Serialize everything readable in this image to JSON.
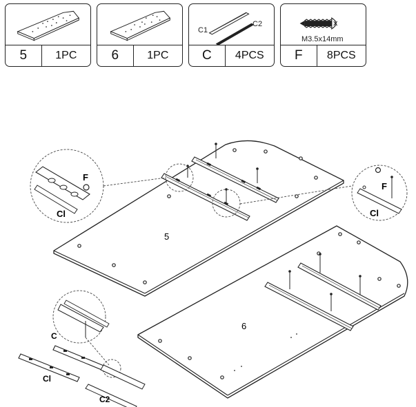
{
  "parts": [
    {
      "id": "5",
      "qty": "1PC"
    },
    {
      "id": "6",
      "qty": "1PC"
    },
    {
      "id": "C",
      "qty": "4PCS",
      "sub_labels": [
        "C1",
        "C2"
      ]
    },
    {
      "id": "F",
      "qty": "8PCS",
      "spec": "M3.5x14mm"
    }
  ],
  "diagram": {
    "panel_5_label": "5",
    "panel_6_label": "6",
    "callout_left": {
      "screw": "F",
      "rail": "Cl"
    },
    "callout_right": {
      "screw": "F",
      "rail": "Cl"
    },
    "rail_group": {
      "c": "C",
      "c1": "Cl",
      "c2": "C2"
    }
  }
}
